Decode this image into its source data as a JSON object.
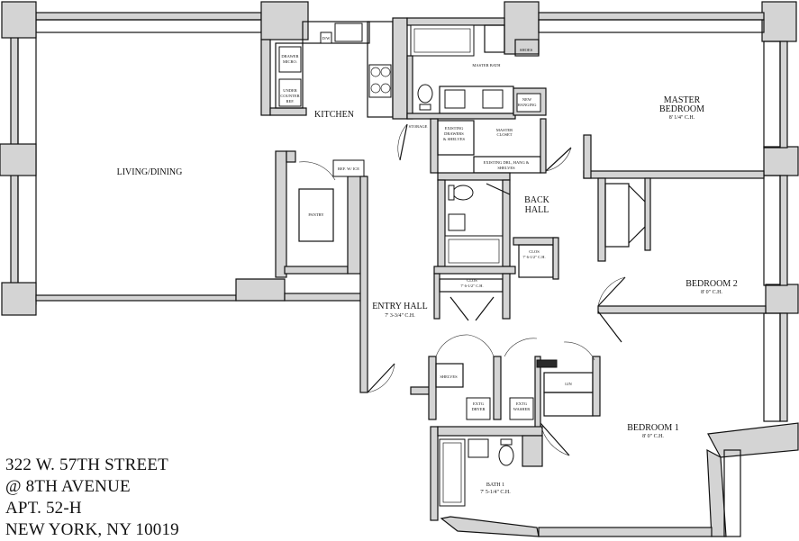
{
  "address": {
    "line1": "322 W. 57TH STREET",
    "line2": "@ 8TH AVENUE",
    "line3": "APT. 52-H",
    "line4": "NEW YORK, NY  10019"
  },
  "rooms": {
    "living_dining": "LIVING/DINING",
    "kitchen": "KITCHEN",
    "master_bedroom": "MASTER",
    "master_bedroom_2": "BEDROOM",
    "master_height": "8' 1/4\" C.H.",
    "bedroom2": "BEDROOM 2",
    "bedroom2_height": "8' 0\" C.H.",
    "bedroom1": "BEDROOM 1",
    "bedroom1_height": "8' 0\" C.H.",
    "back_hall": "BACK",
    "back_hall_2": "HALL",
    "entry_hall": "ENTRY HALL",
    "entry_hall_height": "7' 3-3/4\" C.H.",
    "bath1": "BATH 1",
    "bath1_height": "7' 5-1/4\" C.H.",
    "pantry": "PANTRY",
    "clos_back": "CLOS",
    "clos_back_height": "7' 6-1/2\" C.H.",
    "clos_entry": "CLOS",
    "clos_entry_height": "7' 6-1/2\" C.H.",
    "shelves": "SHELVES",
    "master_closet": "MASTER",
    "master_closet_2": "CLOSET",
    "new_hanging": "NEW",
    "new_hanging_2": "HANGING",
    "existing_drawers": "EXISTING",
    "existing_drawers_2": "DRAWERS",
    "existing_drawers_3": "& SHELVES",
    "existing_drl": "EXISTING DRL, HANG &",
    "existing_drl_2": "SHELVES",
    "storage": "STORAGE",
    "shoes": "SHOES",
    "master_bath": "MASTER BATH"
  },
  "fixtures": {
    "drawer_micro": "DRAWER",
    "drawer_micro_2": "MICRO.",
    "under_counter_ref": "UNDER",
    "under_counter_ref_2": "COUNTER",
    "under_counter_ref_3": "REF.",
    "dw": "D/W",
    "ref_ice": "REF. W/ ICE",
    "dryer": "EXTG",
    "dryer_2": "DRYER",
    "washer": "EXTG",
    "washer_2": "WASHER",
    "lin": "LIN"
  }
}
